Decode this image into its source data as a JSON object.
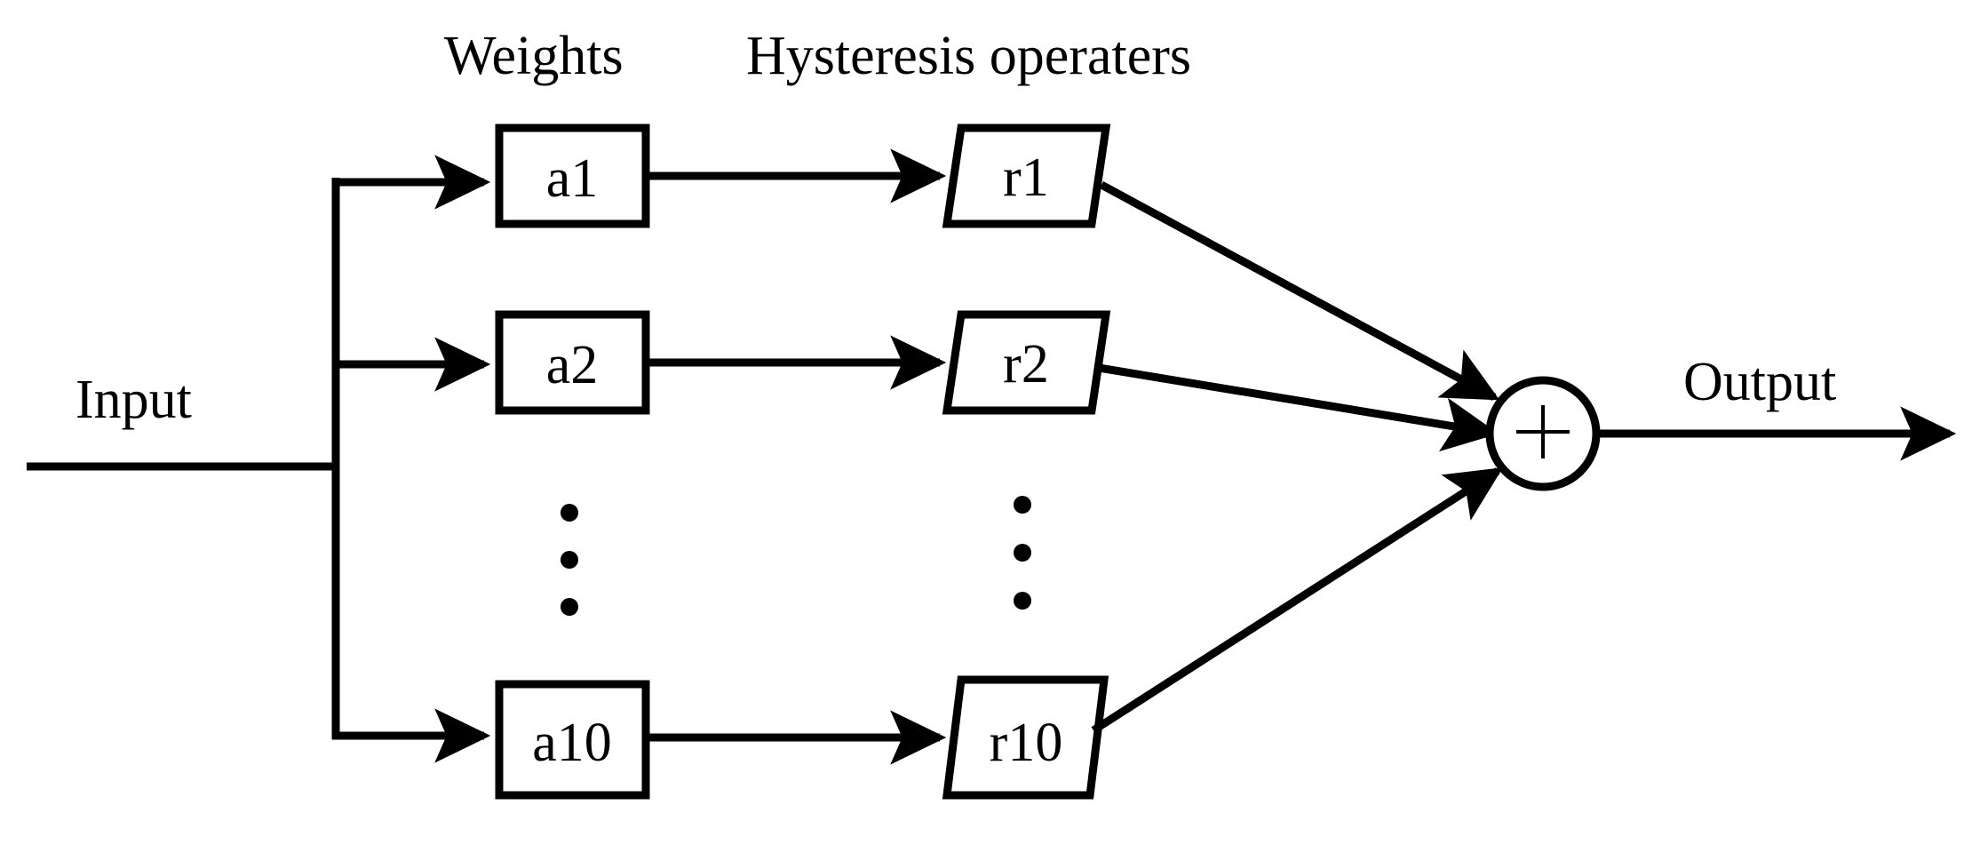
{
  "diagram": {
    "title_headers": [
      {
        "id": "weights",
        "label": "Weights"
      },
      {
        "id": "hysteresis",
        "label": "Hysteresis operaters"
      }
    ],
    "io": {
      "input_label": "Input",
      "output_label": "Output"
    },
    "summation": {
      "symbol": "+"
    },
    "rows": [
      {
        "weight": "a1",
        "operator": "r1"
      },
      {
        "weight": "a2",
        "operator": "r2"
      },
      {
        "weight": "a10",
        "operator": "r10"
      }
    ],
    "ellipsis": {
      "weights_column": "vertical-dots",
      "operators_column": "vertical-dots",
      "dot_count": 3
    },
    "colors": {
      "stroke": "#000000",
      "fill": "#ffffff",
      "background": "#ffffff"
    }
  }
}
